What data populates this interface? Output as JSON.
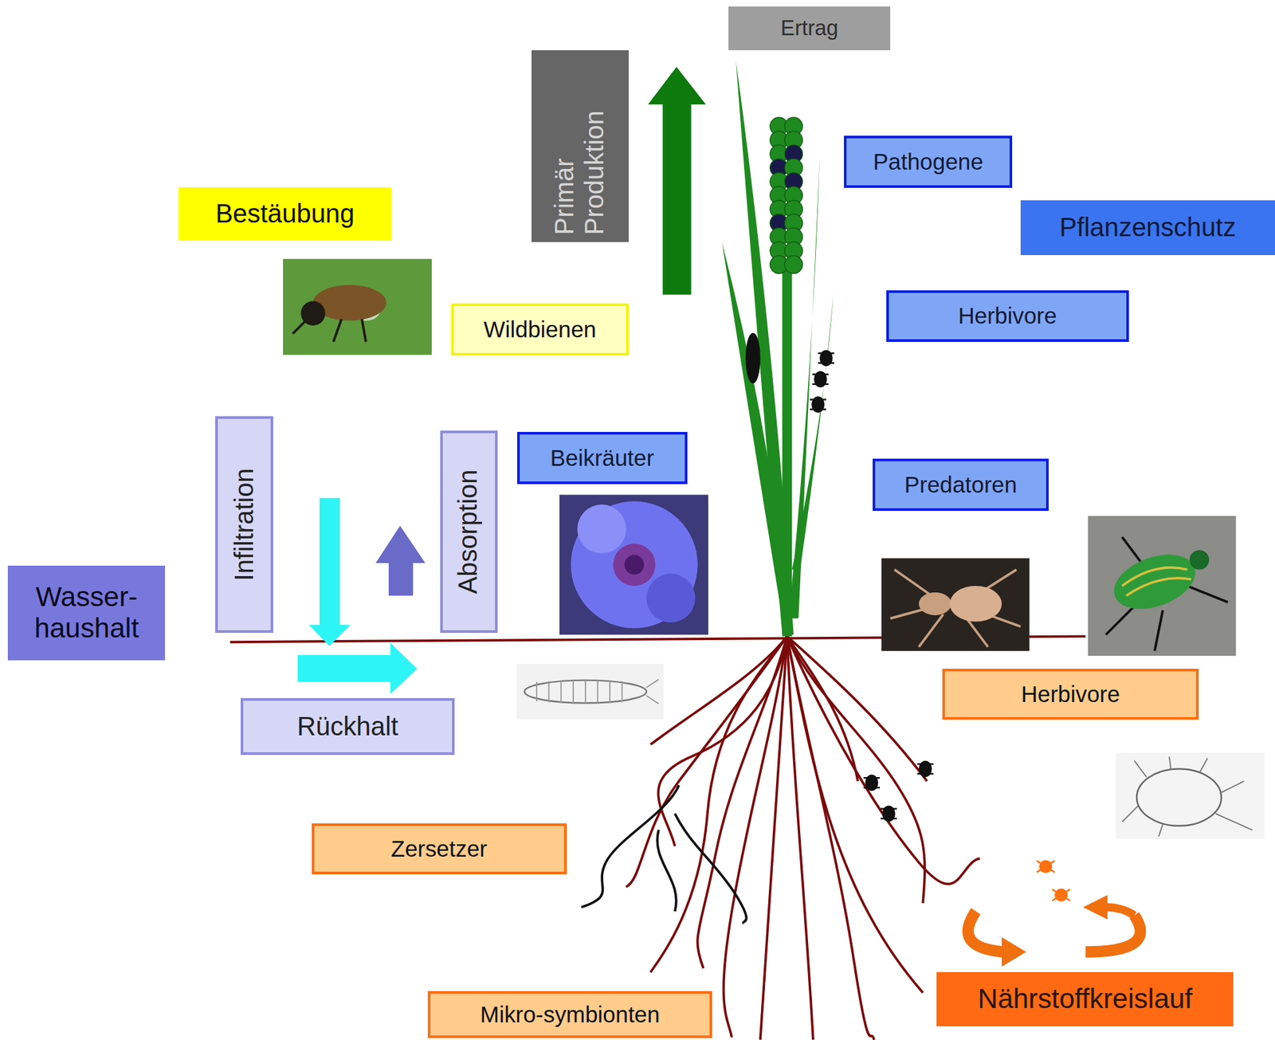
{
  "diagram": {
    "nodes": [
      {
        "text": [
          "Ertrag"
        ]
      },
      {
        "text": [
          "Primär Produktion"
        ]
      },
      {
        "text": [
          "Pathogene"
        ]
      },
      {
        "text": [
          "Bestäubung"
        ]
      },
      {
        "text": [
          "Pflanzenschutz"
        ]
      },
      {
        "text": [
          "Herbivore"
        ]
      },
      {
        "text": [
          "Wildbienen"
        ]
      },
      {
        "text": [
          "Infiltration"
        ]
      },
      {
        "text": [
          "Absorption"
        ]
      },
      {
        "text": [
          "Beikräuter"
        ]
      },
      {
        "text": [
          "Predatoren"
        ]
      },
      {
        "text": [
          "Wasser- haushalt"
        ]
      },
      {
        "text": [
          "Herbivore"
        ]
      },
      {
        "text": [
          "Rückhalt"
        ]
      },
      {
        "text": [
          "Zersetzer"
        ]
      },
      {
        "text": [
          "Nährstoffkreislauf"
        ]
      },
      {
        "text": [
          "Mikro-symbionten"
        ]
      }
    ]
  }
}
